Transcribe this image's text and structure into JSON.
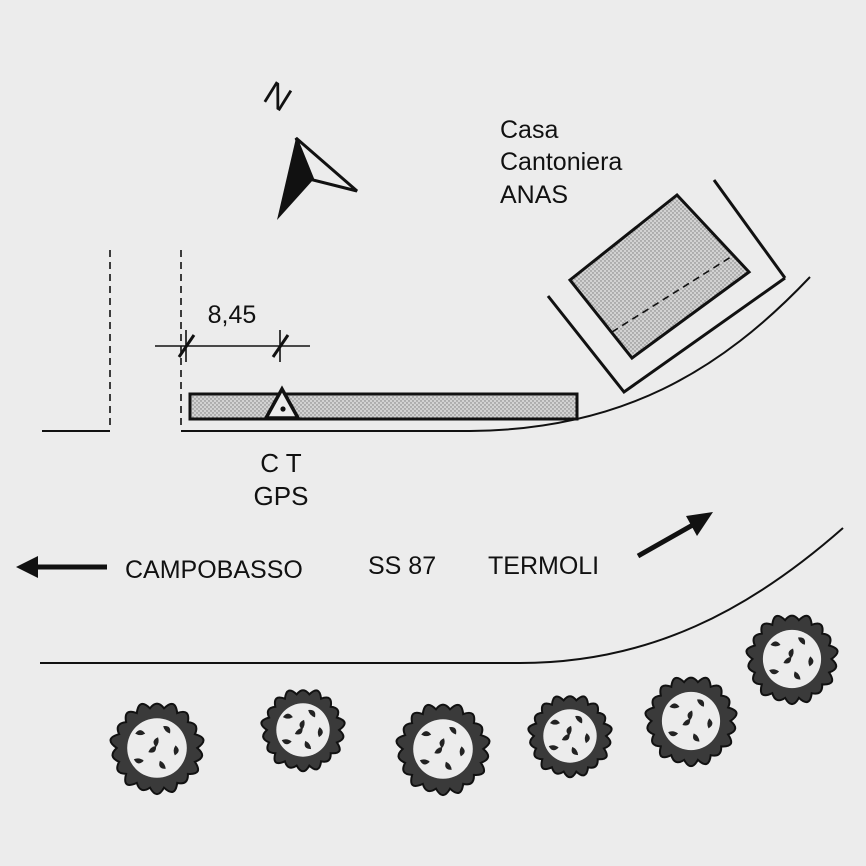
{
  "north_label": "N",
  "building": {
    "label_line1": "Casa",
    "label_line2": "Cantoniera",
    "label_line3": "ANAS"
  },
  "dimension": {
    "value": "8,45"
  },
  "station": {
    "label_line1": "C T",
    "label_line2": "GPS"
  },
  "road": {
    "west_destination": "CAMPOBASSO",
    "road_name": "SS 87",
    "east_destination": "TERMOLI"
  },
  "tree_count": 6,
  "colors": {
    "background": "#ececec",
    "ink": "#111111",
    "hatch_fill": "#c4c4c4"
  }
}
